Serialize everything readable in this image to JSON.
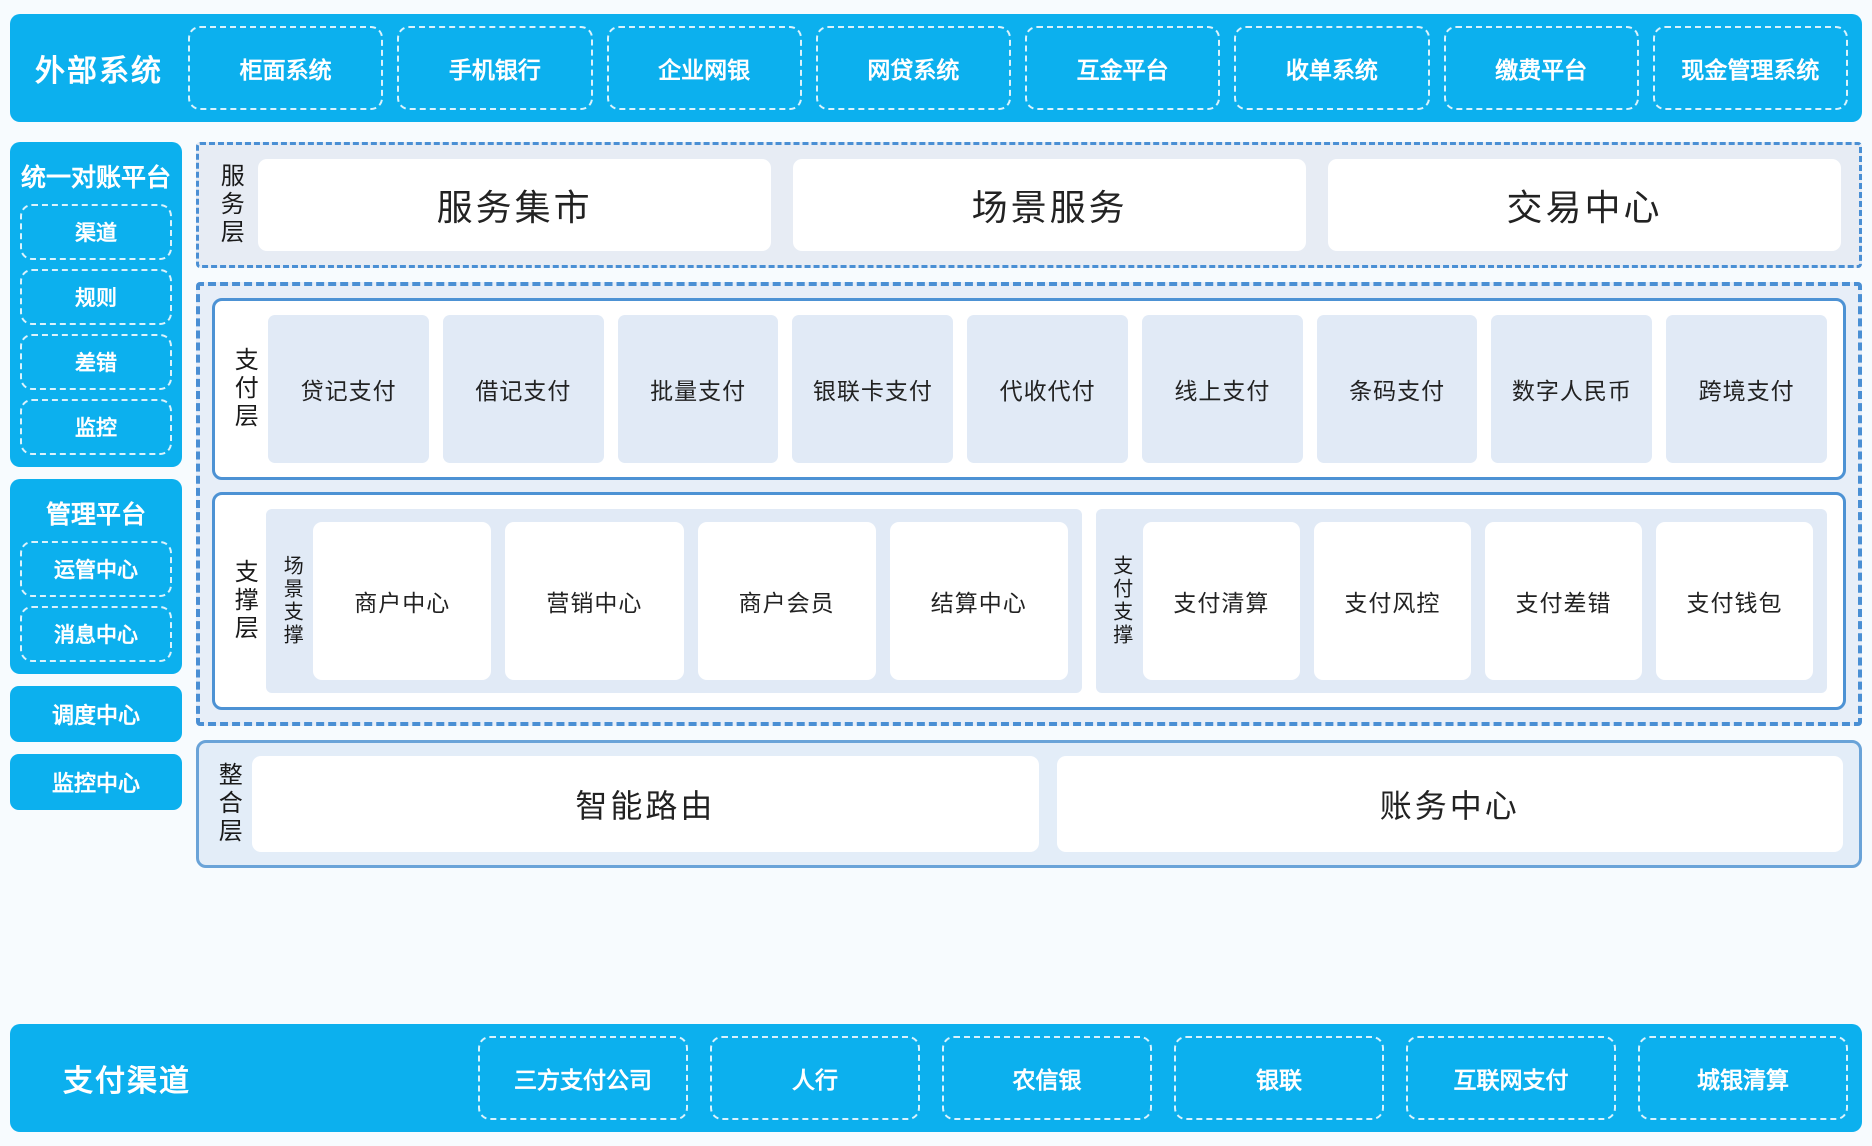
{
  "external_systems": {
    "title": "外部系统",
    "items": [
      "柜面系统",
      "手机银行",
      "企业网银",
      "网贷系统",
      "互金平台",
      "收单系统",
      "缴费平台",
      "现金管理系统"
    ]
  },
  "left_column": {
    "reconciliation_platform": {
      "title": "统一对账平台",
      "items": [
        "渠道",
        "规则",
        "差错",
        "监控"
      ]
    },
    "management_platform": {
      "title": "管理平台",
      "items": [
        "运管中心",
        "消息中心"
      ]
    },
    "standalone": [
      "调度中心",
      "监控中心"
    ]
  },
  "service_layer": {
    "label": "服务层",
    "items": [
      "服务集市",
      "场景服务",
      "交易中心"
    ]
  },
  "payment_layer": {
    "label": "支付层",
    "items": [
      "贷记支付",
      "借记支付",
      "批量支付",
      "银联卡支付",
      "代收代付",
      "线上支付",
      "条码支付",
      "数字人民币",
      "跨境支付"
    ]
  },
  "support_layer": {
    "label": "支撑层",
    "groups": [
      {
        "label": "场景支撑",
        "items": [
          "商户中心",
          "营销中心",
          "商户会员",
          "结算中心"
        ]
      },
      {
        "label": "支付支撑",
        "items": [
          "支付清算",
          "支付风控",
          "支付差错",
          "支付钱包"
        ]
      }
    ]
  },
  "integration_layer": {
    "label": "整合层",
    "items": [
      "智能路由",
      "账务中心"
    ]
  },
  "payment_channels": {
    "title": "支付渠道",
    "items": [
      "三方支付公司",
      "人行",
      "农信银",
      "银联",
      "互联网支付",
      "城银清算"
    ]
  },
  "colors": {
    "brand_blue": "#0CB0EE",
    "border_blue": "#4a8fd4",
    "card_blue": "#e1eaf6",
    "panel_bg": "#e7eef8",
    "service_bg": "#e7ecf4",
    "integration_bg": "#e3edf8",
    "page_bg": "#f7fbfe"
  }
}
